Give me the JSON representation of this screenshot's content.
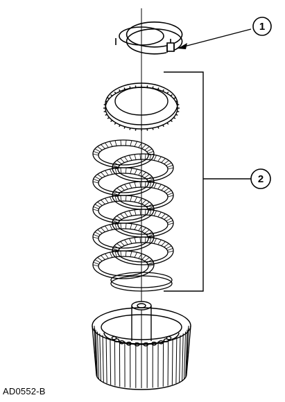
{
  "figure_id": "AD0552-B",
  "callouts": [
    {
      "number": "1"
    },
    {
      "number": "2"
    }
  ],
  "colors": {
    "line": "#000000",
    "background": "#ffffff"
  }
}
